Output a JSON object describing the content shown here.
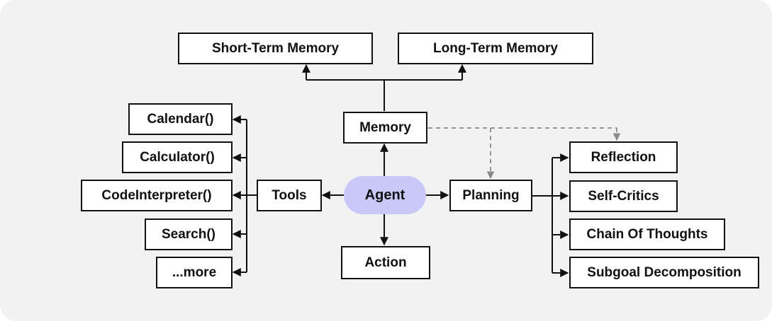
{
  "diagram": {
    "center": "Agent",
    "memory": {
      "label": "Memory",
      "children": [
        "Short-Term Memory",
        "Long-Term Memory"
      ]
    },
    "tools": {
      "label": "Tools",
      "children": [
        "Calendar()",
        "Calculator()",
        "CodeInterpreter()",
        "Search()",
        "...more"
      ]
    },
    "planning": {
      "label": "Planning",
      "children": [
        "Reflection",
        "Self-Critics",
        "Chain Of Thoughts",
        "Subgoal Decomposition"
      ]
    },
    "action": {
      "label": "Action"
    }
  },
  "colors": {
    "agent_fill": "#c9c8f8",
    "box_border": "#111111",
    "background": "#f2f2f2",
    "dashed_line": "#8a8a8a"
  }
}
